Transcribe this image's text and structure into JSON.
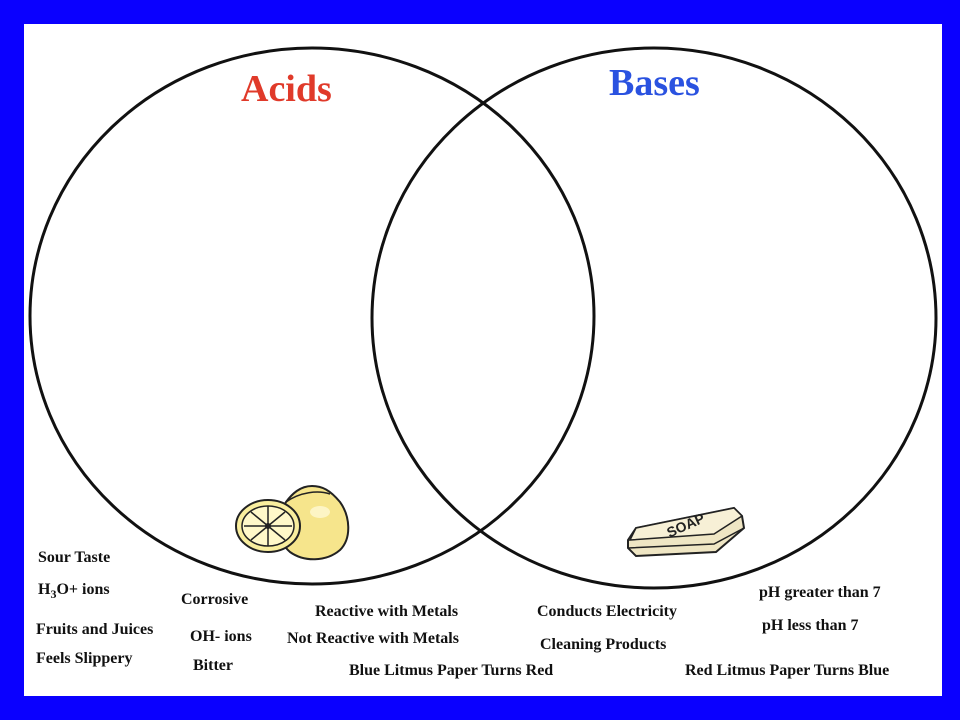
{
  "diagram": {
    "type": "venn",
    "background_color": "#0a00ff",
    "circles": [
      {
        "id": "acids",
        "label": "Acids",
        "color": "#e03a2a"
      },
      {
        "id": "bases",
        "label": "Bases",
        "color": "#2a52e0"
      }
    ],
    "images": [
      {
        "name": "lemon-icon",
        "region": "acids"
      },
      {
        "name": "soap-icon",
        "region": "bases",
        "text": "SOAP"
      }
    ],
    "terms": [
      {
        "id": "sour_taste",
        "text": "Sour Taste"
      },
      {
        "id": "h3o_prefix",
        "text": "H"
      },
      {
        "id": "h3o_sub",
        "text": "3"
      },
      {
        "id": "h3o_suffix",
        "text": "O+ ions"
      },
      {
        "id": "fruits_juices",
        "text": "Fruits and Juices"
      },
      {
        "id": "feels_slippery",
        "text": "Feels Slippery"
      },
      {
        "id": "corrosive",
        "text": "Corrosive"
      },
      {
        "id": "oh_ions",
        "text": "OH- ions"
      },
      {
        "id": "bitter",
        "text": "Bitter"
      },
      {
        "id": "reactive_metals",
        "text": "Reactive with Metals"
      },
      {
        "id": "not_reactive_metals",
        "text": "Not Reactive with Metals"
      },
      {
        "id": "blue_litmus",
        "text": "Blue Litmus Paper Turns Red"
      },
      {
        "id": "conducts_electricity",
        "text": "Conducts Electricity"
      },
      {
        "id": "cleaning_products",
        "text": "Cleaning Products"
      },
      {
        "id": "ph_greater",
        "text": "pH greater than 7"
      },
      {
        "id": "ph_less",
        "text": "pH less than 7"
      },
      {
        "id": "red_litmus",
        "text": "Red Litmus Paper Turns Blue"
      }
    ]
  }
}
